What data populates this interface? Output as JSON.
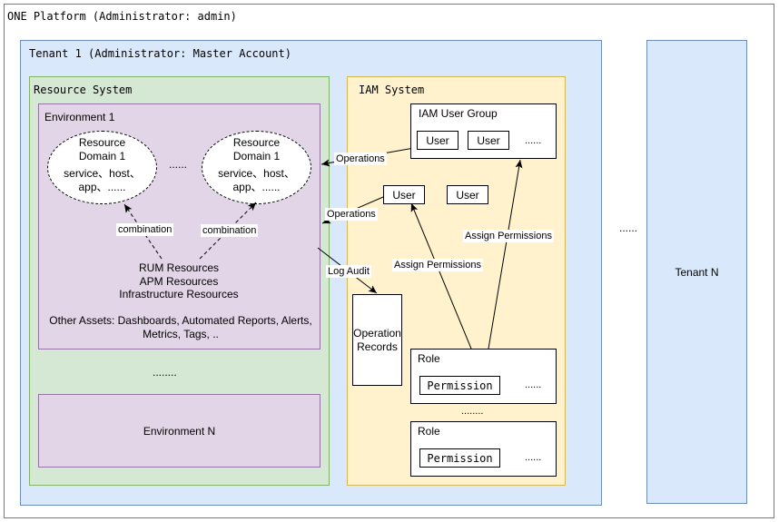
{
  "platform": {
    "title": "ONE Platform (Administrator: admin)"
  },
  "tenant1": {
    "title": "Tenant 1 (Administrator: Master Account)"
  },
  "resource_system": {
    "title": "Resource System",
    "environment1": {
      "title": "Environment 1",
      "domains": [
        {
          "name_line1": "Resource",
          "name_line2": "Domain 1",
          "items_line1": "service、host、",
          "items_line2": "app、......"
        },
        {
          "name_line1": "Resource",
          "name_line2": "Domain 1",
          "items_line1": "service、host、",
          "items_line2": "app、......"
        }
      ],
      "domain_ellipsis": "......",
      "combination_label": "combination",
      "resources": [
        "RUM Resources",
        "APM Resources",
        "Infrastructure Resources"
      ],
      "other_assets_line1": "Other Assets: Dashboards, Automated Reports, Alerts,",
      "other_assets_line2": "Metrics, Tags, .."
    },
    "env_ellipsis": "........",
    "environmentN": {
      "title": "Environment N"
    }
  },
  "iam_system": {
    "title": "IAM System",
    "user_group": {
      "title": "IAM User Group",
      "users": [
        "User",
        "User"
      ],
      "ellipsis": "......"
    },
    "standalone_users": [
      "User",
      "User"
    ],
    "operation_records": {
      "line1": "Operation",
      "line2": "Records"
    },
    "roles": [
      {
        "title": "Role",
        "permission": "Permission",
        "ellipsis": "......"
      },
      {
        "title": "Role",
        "permission": "Permission",
        "ellipsis": "......"
      }
    ],
    "role_ellipsis": "........"
  },
  "edges": {
    "operations_1": "Operations",
    "operations_2": "Operations",
    "log_audit": "Log Audit",
    "assign_permissions_1": "Assign Permissions",
    "assign_permissions_2": "Assign Permissions"
  },
  "tenant_ellipsis": "......",
  "tenantN": {
    "title": "Tenant N"
  },
  "colors": {
    "tenant_fill": "#dae8fc",
    "tenant_border": "#6c8ebf",
    "resource_fill": "#d5e8d4",
    "resource_border": "#82b366",
    "env_fill": "#e1d5e7",
    "env_border": "#9673a6",
    "iam_fill": "#fff2cc",
    "iam_border": "#d6b656"
  }
}
